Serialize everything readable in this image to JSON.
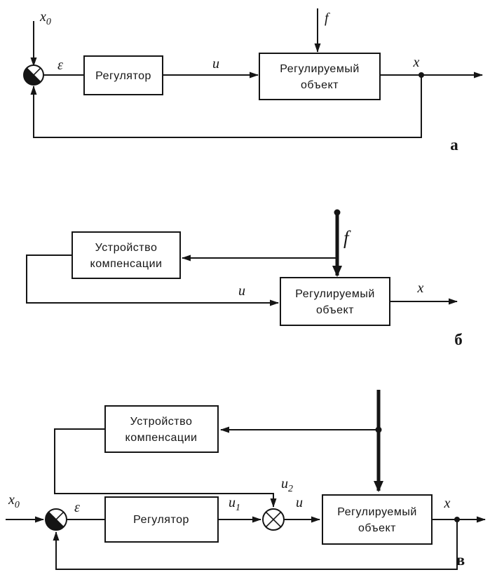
{
  "figure": {
    "ink": "#151515",
    "background": "#ffffff"
  },
  "blocks": {
    "regulator": "Регулятор",
    "object": [
      "Регулируемый",
      "объект"
    ],
    "compensation": [
      "Устройство",
      "компенсации"
    ]
  },
  "vars": {
    "x0_base": "x",
    "x0_sub": "0",
    "epsilon": "ε",
    "u": "u",
    "u1_base": "u",
    "u1_sub": "1",
    "u2_base": "u",
    "u2_sub": "2",
    "f": "f",
    "x": "x"
  },
  "sections": {
    "a": "а",
    "b": "б",
    "v": "в"
  }
}
